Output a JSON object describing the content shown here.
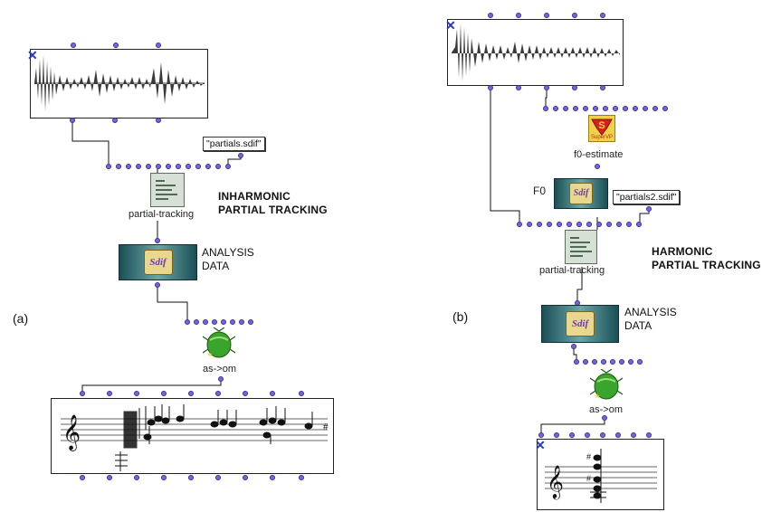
{
  "panel_a": {
    "letter": "(a)",
    "sdif_file": "\"partials.sdif\"",
    "tracking_label": "partial-tracking",
    "heading_line1": "INHARMONIC",
    "heading_line2": "PARTIAL TRACKING",
    "analysis_line1": "ANALYSIS",
    "analysis_line2": "DATA",
    "converter_label": "as->om"
  },
  "panel_b": {
    "letter": "(b)",
    "sdif_file": "\"partials2.sdif\"",
    "f0_estimate_label": "f0-estimate",
    "f0_label": "F0",
    "superVP_label": "SuperVP",
    "tracking_label": "partial-tracking",
    "heading_line1": "HARMONIC",
    "heading_line2": "PARTIAL TRACKING",
    "analysis_line1": "ANALYSIS",
    "analysis_line2": "DATA",
    "converter_label": "as->om"
  },
  "icons": {
    "sdif_badge": "Sdif"
  },
  "colors": {
    "port": "#7566dd",
    "sdif_bg": "#2d6c72",
    "bug": "#2f9c26",
    "superVP": "#f0d24a"
  }
}
